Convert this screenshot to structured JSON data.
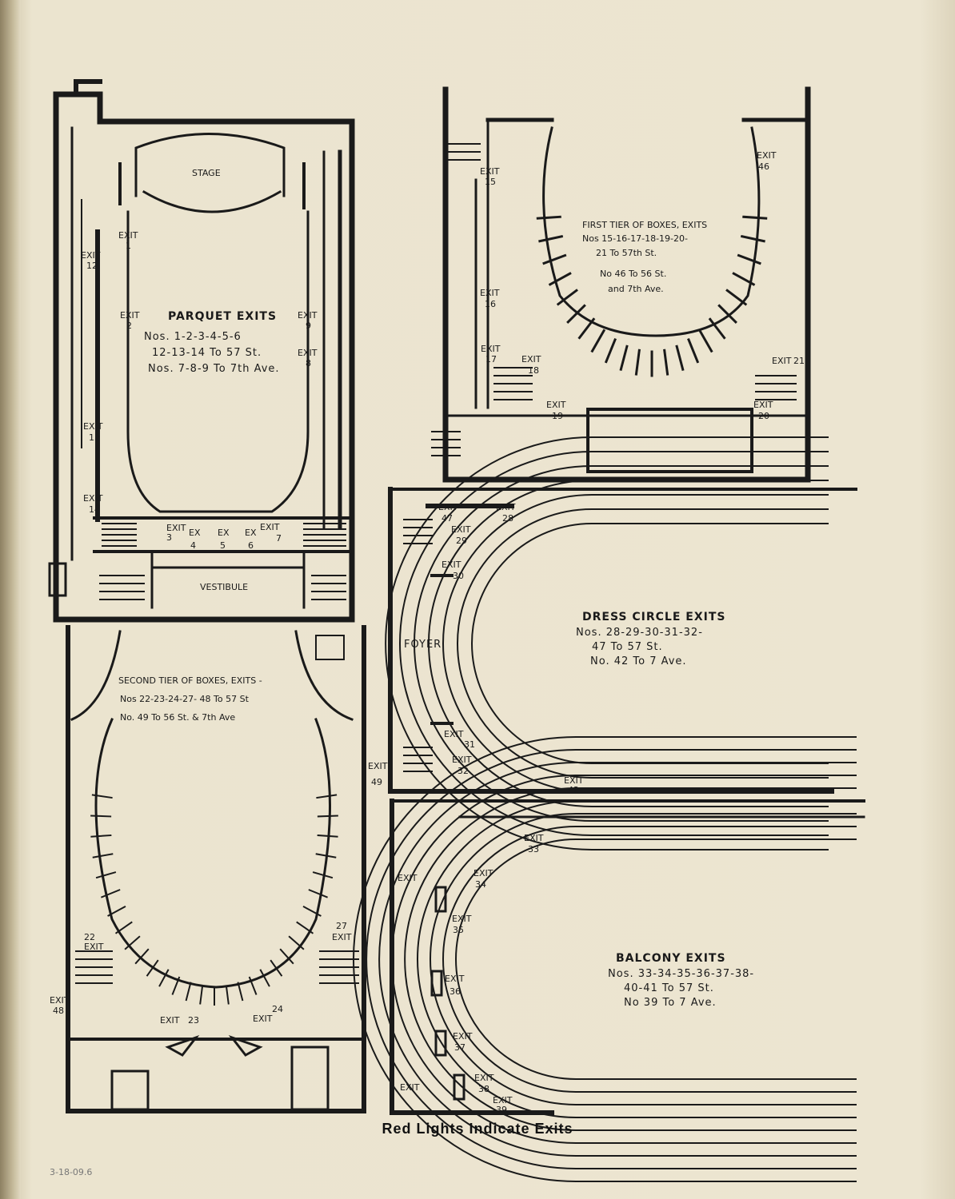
{
  "caption": "Red Lights Indicate Exits",
  "pencil_note": "3-18-09.6",
  "colors": {
    "ink": "#1a1a1a",
    "paper": "#ece5d1"
  },
  "parquet": {
    "stage": "STAGE",
    "vestibule": "VESTIBULE",
    "title": "PARQUET EXITS",
    "lines": [
      "Nos. 1-2-3-4-5-6",
      "12-13-14 To 57 St.",
      "Nos. 7-8-9 To 7th Ave."
    ],
    "exit_word": "EXIT",
    "ex_word": "EX",
    "nums": [
      "1",
      "2",
      "12",
      "9",
      "8",
      "13",
      "14",
      "3",
      "4",
      "5",
      "6",
      "7"
    ]
  },
  "first_tier": {
    "title": "FIRST TIER OF BOXES, EXITS",
    "lines": [
      "Nos 15-16-17-18-19-20-",
      "21 To 57th St.",
      "No 46 To 56 St.",
      "and 7th Ave."
    ],
    "exit_word": "EXIT",
    "nums": [
      "15",
      "16",
      "17",
      "18",
      "19",
      "20",
      "46",
      "21"
    ]
  },
  "second_tier": {
    "title": "SECOND TIER OF BOXES, EXITS -",
    "lines": [
      "Nos 22-23-24-27- 48 To 57 St",
      "No. 49 To 56 St. & 7th Ave"
    ],
    "exit_word": "EXIT",
    "nums": [
      "22",
      "27",
      "23",
      "24",
      "48",
      "49"
    ]
  },
  "dress_circle": {
    "foyer": "FOYER",
    "title": "DRESS CIRCLE EXITS",
    "lines": [
      "Nos. 28-29-30-31-32-",
      "47 To 57 St.",
      "No. 42 To 7 Ave."
    ],
    "exit_word": "EXIT",
    "nums": [
      "47",
      "28",
      "29",
      "30",
      "31",
      "32",
      "42"
    ]
  },
  "balcony": {
    "title": "BALCONY EXITS",
    "lines": [
      "Nos. 33-34-35-36-37-38-",
      "40-41 To 57 St.",
      "No 39 To 7 Ave."
    ],
    "exit_word": "EXIT",
    "nums": [
      "33",
      "34",
      "35",
      "36",
      "37",
      "38",
      "39"
    ]
  }
}
